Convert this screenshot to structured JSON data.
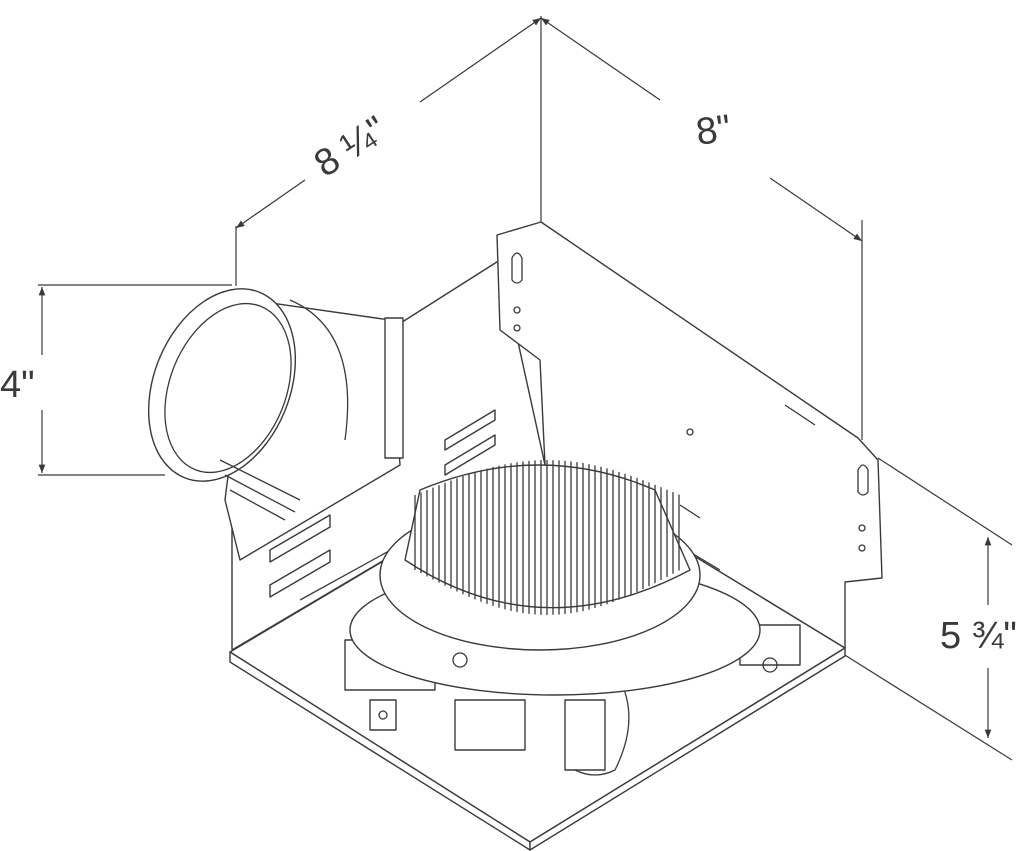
{
  "dimensions": {
    "width_left": "8 ¼\"",
    "width_right": "8\"",
    "duct_diameter": "4\"",
    "height": "5 ¾\""
  },
  "colors": {
    "line": "#3a3a3a",
    "background": "#ffffff"
  }
}
